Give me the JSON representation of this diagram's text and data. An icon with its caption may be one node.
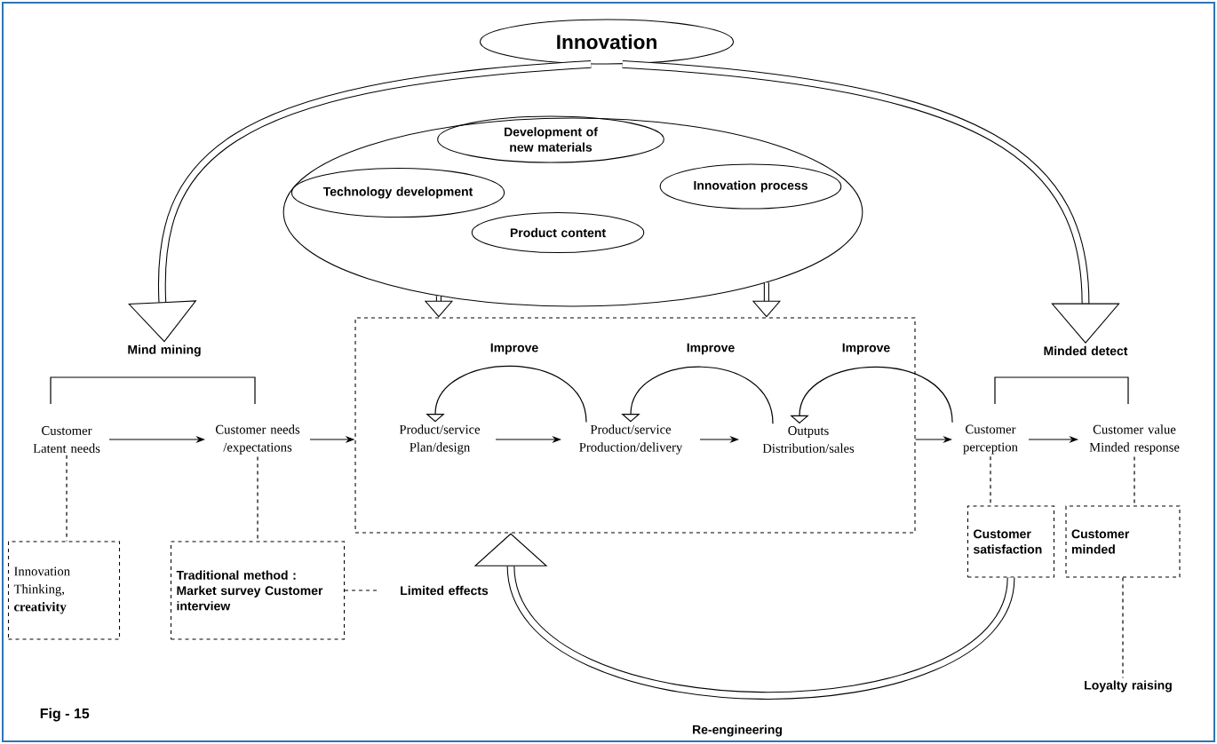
{
  "diagram": {
    "caption": "Fig - 15",
    "nodes": [
      {
        "text": [
          "Innovation"
        ]
      },
      {
        "text": [],
        "shape": "ellipse"
      },
      {
        "text": [
          "Development of new materials"
        ],
        "in": 1
      },
      {
        "text": [
          "Technology development"
        ],
        "in": 1
      },
      {
        "text": [
          "Innovation process"
        ],
        "in": 1
      },
      {
        "text": [
          "Product content"
        ],
        "in": 1
      },
      {
        "text": [
          "Mind mining"
        ]
      },
      {
        "text": [
          "Minded detect"
        ]
      },
      {
        "text": [
          "Customer Latent needs"
        ]
      },
      {
        "text": [
          "Customer needs /expectations"
        ]
      },
      {
        "text": [],
        "shape": "box"
      },
      {
        "text": [
          "Product/service Plan/design"
        ],
        "in": 10
      },
      {
        "text": [
          "Product/service Production/delivery"
        ],
        "in": 10
      },
      {
        "text": [
          "Outputs Distribution/sales"
        ],
        "in": 10
      },
      {
        "text": [
          "Customer perception"
        ]
      },
      {
        "text": [
          "Customer value Minded response"
        ]
      },
      {
        "text": [
          "Innovation Thinking, **creativity**"
        ]
      },
      {
        "text": [
          "Traditional method : Market survey Customer interview"
        ]
      },
      {
        "text": [
          "Customer satisfaction"
        ]
      },
      {
        "text": [
          "Customer minded"
        ]
      },
      {
        "text": [
          "Limited effects"
        ]
      },
      {
        "text": [
          "Loyalty raising"
        ]
      }
    ],
    "edges": [
      {
        "from": 0,
        "to": 6,
        "arrow": "to",
        "style": "thick"
      },
      {
        "from": 0,
        "to": 7,
        "arrow": "to",
        "style": "thick"
      },
      {
        "from": 1,
        "to": 10,
        "arrow": "to",
        "style": "thick"
      },
      {
        "from": 1,
        "to": 10,
        "arrow": "to",
        "style": "thick"
      },
      {
        "from": 8,
        "to": 9,
        "arrow": "to"
      },
      {
        "from": 9,
        "to": 10,
        "arrow": "to"
      },
      {
        "from": 11,
        "to": 12,
        "arrow": "to"
      },
      {
        "from": 12,
        "to": 13,
        "arrow": "to"
      },
      {
        "from": 12,
        "to": 11,
        "arrow": "to",
        "label": "Improve"
      },
      {
        "from": 13,
        "to": 12,
        "arrow": "to",
        "label": "Improve"
      },
      {
        "from": 14,
        "to": 13,
        "arrow": "to",
        "label": "Improve"
      },
      {
        "from": 10,
        "to": 14,
        "arrow": "to"
      },
      {
        "from": 14,
        "to": 15,
        "arrow": "to"
      },
      {
        "from": 8,
        "to": 16,
        "arrow": "none",
        "style": "dashed"
      },
      {
        "from": 9,
        "to": 17,
        "arrow": "none",
        "style": "dashed"
      },
      {
        "from": 17,
        "to": 20,
        "arrow": "none",
        "style": "dashed"
      },
      {
        "from": 14,
        "to": 18,
        "arrow": "none",
        "style": "dashed"
      },
      {
        "from": 15,
        "to": 19,
        "arrow": "none",
        "style": "dashed"
      },
      {
        "from": 19,
        "to": 21,
        "arrow": "none",
        "style": "dashed"
      },
      {
        "from": 18,
        "to": 10,
        "arrow": "to",
        "style": "thick",
        "label": "Re-engineering"
      }
    ]
  }
}
